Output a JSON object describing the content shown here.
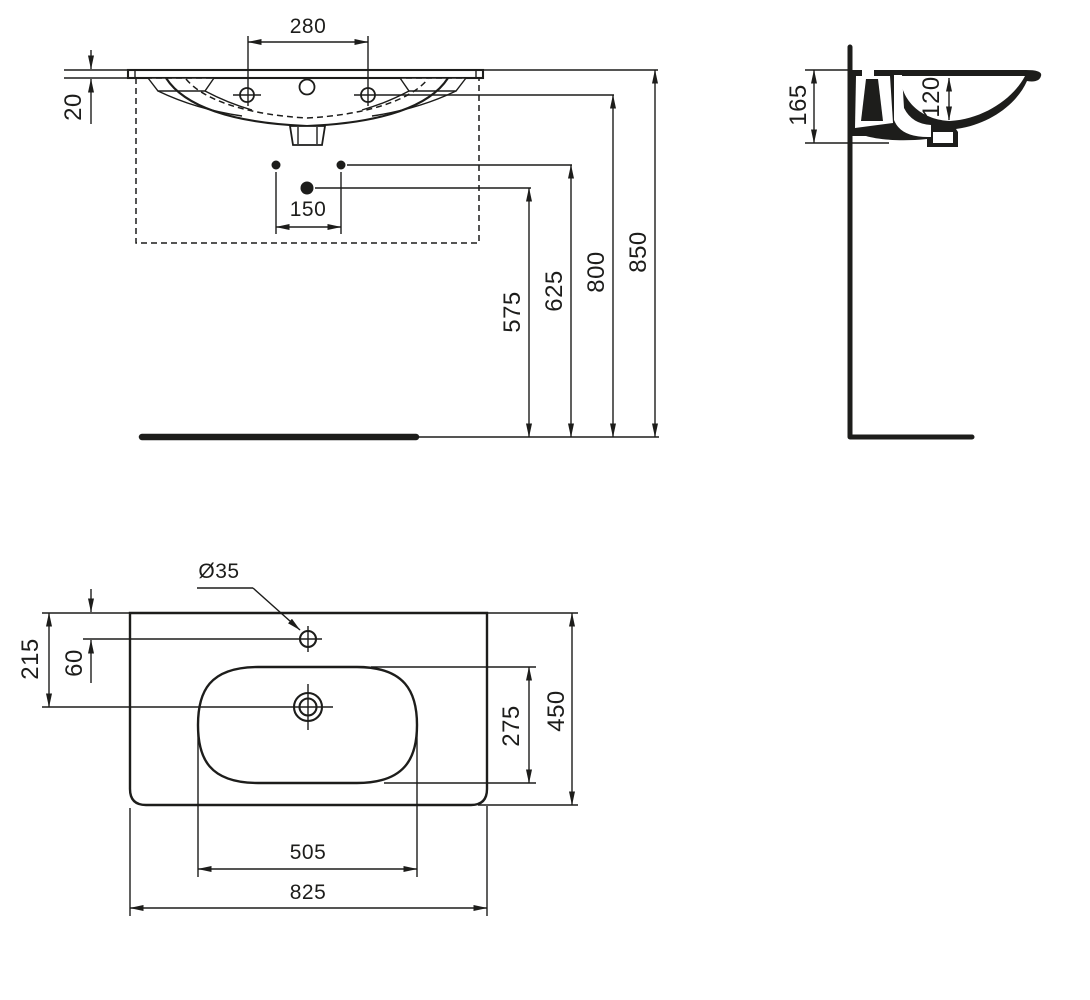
{
  "drawing": {
    "colors": {
      "line": "#1d1d1b",
      "background": "#ffffff"
    }
  },
  "front_view": {
    "dims": {
      "tap_hole_spacing": "280",
      "rim_thickness": "20",
      "supply_spacing": "150",
      "trap_outlet_height": "575",
      "supply_height": "625",
      "tap_hole_height": "800",
      "rim_height": "850"
    }
  },
  "side_view": {
    "dims": {
      "fixing_drop": "165",
      "bowl_depth": "120"
    }
  },
  "plan_view": {
    "dims": {
      "tap_hole_diameter": "Ø35",
      "drain_centre_setback": "215",
      "tap_hole_setback": "60",
      "bowl_front_to_back": "275",
      "overall_depth": "450",
      "bowl_width": "505",
      "overall_width": "825"
    }
  }
}
